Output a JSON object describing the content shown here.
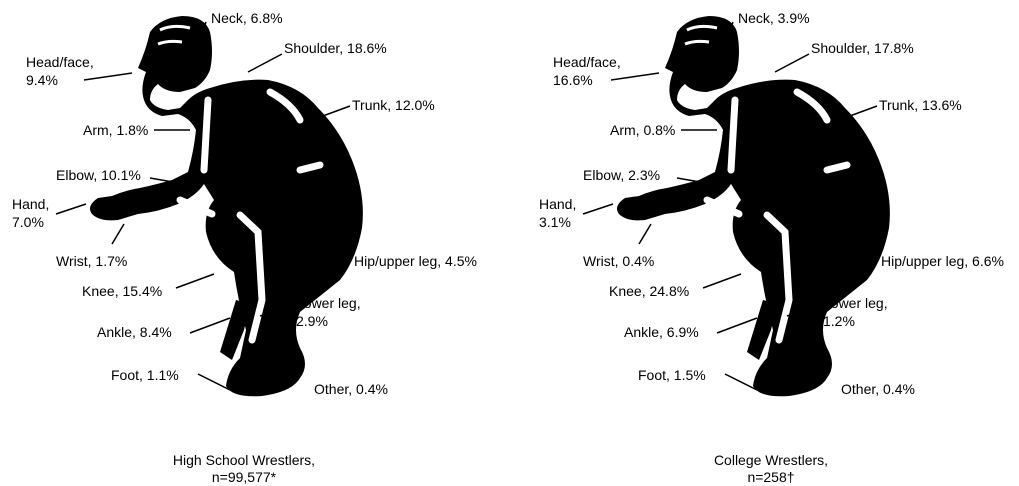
{
  "panels": [
    {
      "caption": {
        "line1": "High School Wrestlers,",
        "line2": "n=99,577*"
      },
      "labels": {
        "neck": "Neck, 6.8%",
        "head_line1": "Head/face,",
        "head_line2": "9.4%",
        "shoulder": "Shoulder, 18.6%",
        "trunk": "Trunk, 12.0%",
        "arm": "Arm, 1.8%",
        "elbow": "Elbow, 10.1%",
        "hand_line1": "Hand,",
        "hand_line2": "7.0%",
        "wrist": "Wrist, 1.7%",
        "hip": "Hip/upper leg, 4.5%",
        "knee": "Knee, 15.4%",
        "lowerleg_line1": "Lower leg,",
        "lowerleg_line2": "2.9%",
        "ankle": "Ankle, 8.4%",
        "foot": "Foot, 1.1%",
        "other": "Other, 0.4%"
      }
    },
    {
      "caption": {
        "line1": "College Wrestlers,",
        "line2": "n=258†"
      },
      "labels": {
        "neck": "Neck, 3.9%",
        "head_line1": "Head/face,",
        "head_line2": "16.6%",
        "shoulder": "Shoulder, 17.8%",
        "trunk": "Trunk, 13.6%",
        "arm": "Arm, 0.8%",
        "elbow": "Elbow, 2.3%",
        "hand_line1": "Hand,",
        "hand_line2": "3.1%",
        "wrist": "Wrist, 0.4%",
        "hip": "Hip/upper leg, 6.6%",
        "knee": "Knee, 24.8%",
        "lowerleg_line1": "Lower leg,",
        "lowerleg_line2": "1.2%",
        "ankle": "Ankle, 6.9%",
        "foot": "Foot, 1.5%",
        "other": "Other, 0.4%"
      }
    }
  ]
}
